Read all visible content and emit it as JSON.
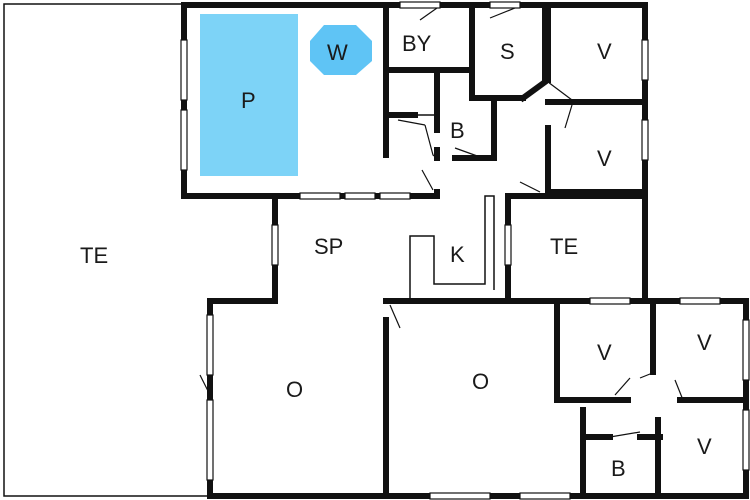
{
  "rooms": {
    "pool": "P",
    "whirlpool": "W",
    "shower_bath": "BY",
    "sauna": "S",
    "bedroom_1": "V",
    "bedroom_2": "V",
    "bathroom_1": "B",
    "terrace_left": "TE",
    "play_room": "SP",
    "kitchen": "K",
    "terrace_right": "TE",
    "living_left": "O",
    "living_right": "O",
    "bedroom_3": "V",
    "bedroom_4": "V",
    "bedroom_5": "V",
    "bathroom_2": "B"
  },
  "colors": {
    "wall": "#111111",
    "pool_water": "#7dd3f7",
    "whirlpool_water": "#5fc4f5",
    "background": "#ffffff"
  }
}
